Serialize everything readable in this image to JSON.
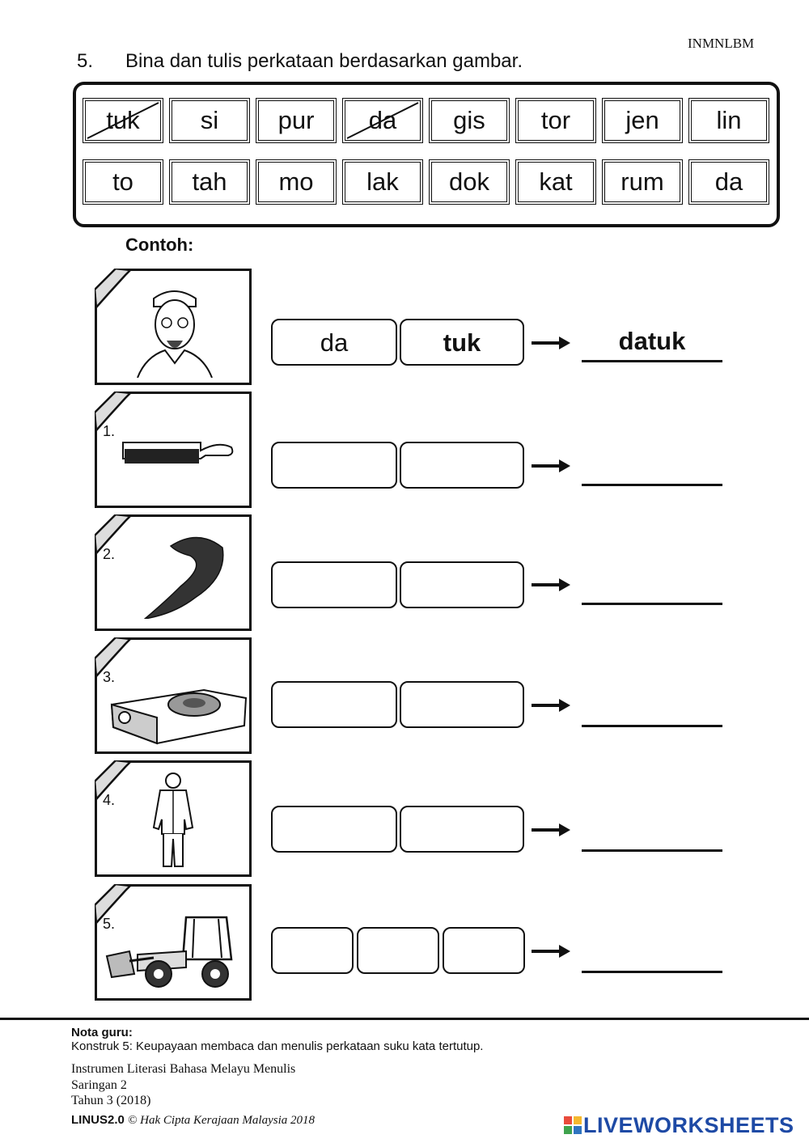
{
  "header": {
    "code": "INMNLBM"
  },
  "question": {
    "number": "5.",
    "instruction": "Bina dan tulis perkataan berdasarkan gambar."
  },
  "syllable_bank": {
    "row1": [
      {
        "text": "tuk",
        "crossed": true
      },
      {
        "text": "si",
        "crossed": false
      },
      {
        "text": "pur",
        "crossed": false
      },
      {
        "text": "da",
        "crossed": true
      },
      {
        "text": "gis",
        "crossed": false
      },
      {
        "text": "tor",
        "crossed": false
      },
      {
        "text": "jen",
        "crossed": false
      },
      {
        "text": "lin",
        "crossed": false
      }
    ],
    "row2": [
      {
        "text": "to"
      },
      {
        "text": "tah"
      },
      {
        "text": "mo"
      },
      {
        "text": "lak"
      },
      {
        "text": "dok"
      },
      {
        "text": "kat"
      },
      {
        "text": "rum"
      },
      {
        "text": "da"
      }
    ]
  },
  "example": {
    "label": "Contoh:",
    "picture_icon": "old-man-portrait-icon",
    "syllables": [
      "da",
      "tuk"
    ],
    "answer": "datuk"
  },
  "items": [
    {
      "number": "1.",
      "picture_icon": "comb-icon",
      "syllable_boxes": 2,
      "answer": ""
    },
    {
      "number": "2.",
      "picture_icon": "leech-icon",
      "syllable_boxes": 2,
      "answer": ""
    },
    {
      "number": "3.",
      "picture_icon": "gas-stove-icon",
      "syllable_boxes": 2,
      "answer": ""
    },
    {
      "number": "4.",
      "picture_icon": "doctor-icon",
      "syllable_boxes": 2,
      "answer": ""
    },
    {
      "number": "5.",
      "picture_icon": "tractor-icon",
      "syllable_boxes": 3,
      "answer": ""
    }
  ],
  "footer": {
    "nota_title": "Nota guru:",
    "nota_text": "Konstruk 5:  Keupayaan membaca dan menulis perkataan suku kata tertutup.",
    "line1": "Instrumen Literasi Bahasa Melayu Menulis",
    "line2": "Saringan 2",
    "line3": "Tahun 3 (2018)",
    "linus": "LINUS2.0",
    "copyright": "© Hak Cipta Kerajaan Malaysia 2018",
    "brand": "LIVEWORKSHEETS"
  }
}
